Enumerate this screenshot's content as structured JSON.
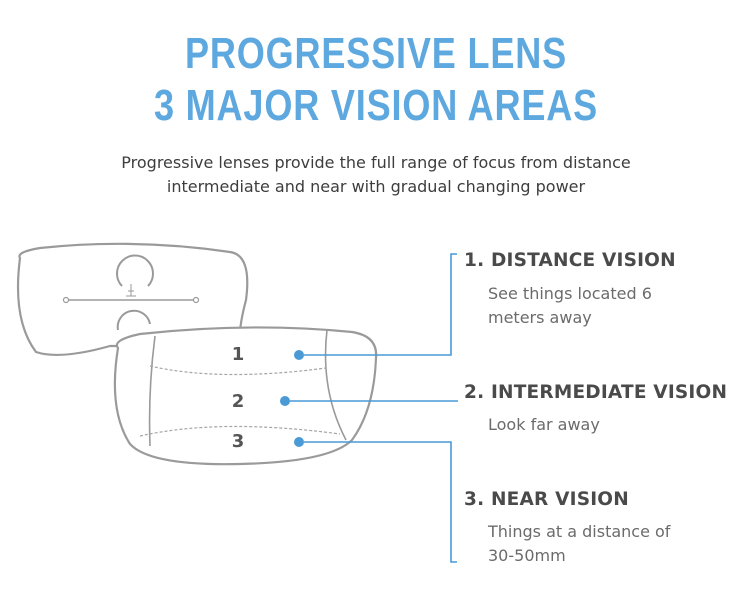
{
  "title": {
    "line1": "PROGRESSIVE LENS",
    "line2": "3 MAJOR VISION AREAS"
  },
  "subtitle": {
    "line1": "Progressive lenses provide the full range of focus from distance",
    "line2": "intermediate and near with gradual changing power"
  },
  "zones": [
    {
      "number": "1"
    },
    {
      "number": "2"
    },
    {
      "number": "3"
    }
  ],
  "vision_areas": [
    {
      "number": "1.",
      "name": "DISTANCE VISION",
      "desc_line1": "See things located 6",
      "desc_line2": "meters away"
    },
    {
      "number": "2.",
      "name": "INTERMEDIATE VISION",
      "desc_line1": "Look far away",
      "desc_line2": ""
    },
    {
      "number": "3.",
      "name": "NEAR VISION",
      "desc_line1": "Things at a distance of",
      "desc_line2": "30-50mm"
    }
  ],
  "colors": {
    "title_blue": "#5ea8e0",
    "connector_blue": "#4a9ad6",
    "lens_gray": "#8f8f8f"
  }
}
